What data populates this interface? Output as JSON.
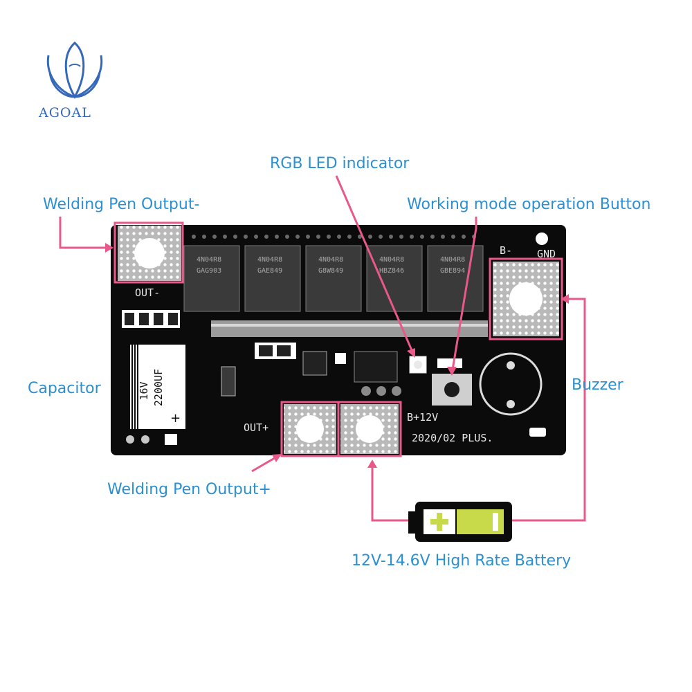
{
  "brand": {
    "name": "AGOAL",
    "logo_icon": "agoal-logo-icon"
  },
  "callouts": {
    "out_minus": "Welding Pen Output-",
    "rgb_led": "RGB LED indicator",
    "mode_button": "Working mode operation Button",
    "capacitor": "Capacitor",
    "buzzer": "Buzzer",
    "out_plus": "Welding Pen Output+",
    "battery": "12V-14.6V High Rate Battery"
  },
  "silkscreen": {
    "out_minus": "OUT-",
    "out_plus": "OUT+",
    "b_minus": "B-",
    "gnd": "GND",
    "b_plus": "B+12V",
    "version": "2020/02 PLUS.",
    "cap_voltage": "16V",
    "cap_capacity": "2200UF",
    "cap_plus": "+",
    "mosfets": [
      {
        "line1": "4N04R8",
        "line2": "GAG903"
      },
      {
        "line1": "4N04R8",
        "line2": "GAE849"
      },
      {
        "line1": "4N04R8",
        "line2": "G8W849"
      },
      {
        "line1": "4N04R8",
        "line2": "HBZ846"
      },
      {
        "line1": "4N04R8",
        "line2": "GBE894"
      }
    ]
  },
  "colors": {
    "callout_text": "#2b8fd0",
    "leader_line": "#e8588a",
    "pcb": "#0b0b0b",
    "pad": "#c8c8c8",
    "battery_fill": "#c8d94a",
    "brand": "#3568b8"
  }
}
